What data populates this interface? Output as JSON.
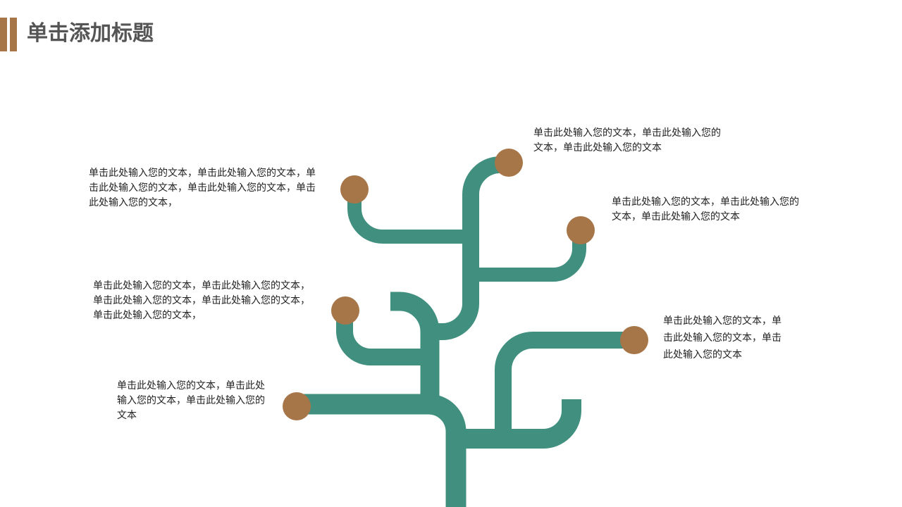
{
  "title": "单击添加标题",
  "colors": {
    "accent": "#a67548",
    "branch": "#41907f",
    "title": "#555555"
  },
  "text_blocks": [
    {
      "id": "top-left",
      "lines": [
        "单击此处输入您的文本，单击此处输入您的文本，单",
        "击此处输入您的文本，单击此处输入您的文本，单击",
        "此处输入您的文本，"
      ]
    },
    {
      "id": "top-right",
      "lines": [
        "单击此处输入您的文本，单击此处输入您的",
        "文本，单击此处输入您的文本"
      ]
    },
    {
      "id": "mid-right",
      "lines": [
        "单击此处输入您的文本，单击此处输入您的",
        "文本，单击此处输入您的文本"
      ]
    },
    {
      "id": "mid-left",
      "lines": [
        "单击此处输入您的文本，单击此处输入您的文本，",
        "单击此处输入您的文本，单击此处输入您的文本，",
        "单击此处输入您的文本，"
      ]
    },
    {
      "id": "lower-right",
      "lines": [
        "单击此处输入您的文本，单",
        "击此处输入您的文本，单击",
        "此处输入您的文本"
      ]
    },
    {
      "id": "lower-left",
      "lines": [
        "单击此处输入您的文本，单击此处",
        "输入您的文本，单击此处输入您的",
        "文本"
      ]
    }
  ]
}
